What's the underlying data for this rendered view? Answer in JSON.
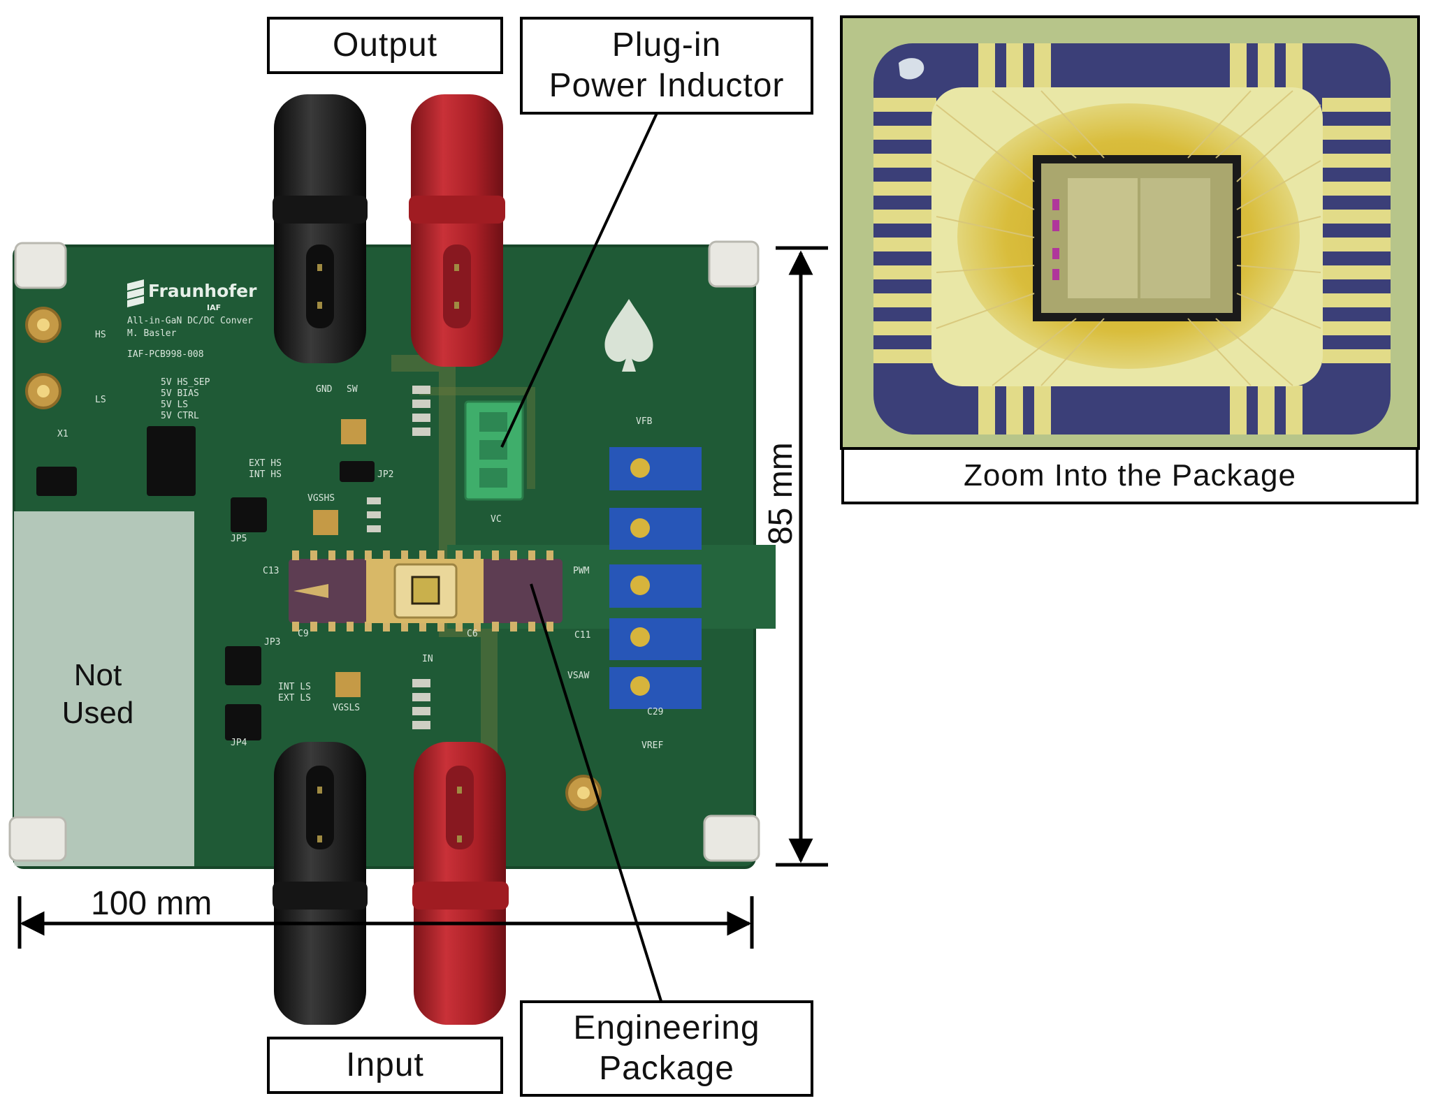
{
  "callouts": {
    "output": "Output",
    "inductor": "Plug-in\nPower Inductor",
    "input": "Input",
    "package": "Engineering\nPackage",
    "zoom": "Zoom Into the Package"
  },
  "overlay": {
    "not_used": "Not\nUsed"
  },
  "dimensions": {
    "width": "100 mm",
    "height": "85 mm"
  },
  "pcb": {
    "brand": "Fraunhofer",
    "brand_sub": "IAF",
    "title_lines": [
      "All-in-GaN DC/DC Conver",
      "M. Basler"
    ],
    "part_number": "IAF-PCB998-008",
    "silkscreen": [
      "HS",
      "LS",
      "X1",
      "GND",
      "SW",
      "VGSHS",
      "VGSLS",
      "JP5",
      "JP3",
      "JP4",
      "JP2",
      "EXT HS",
      "INT HS",
      "INT LS",
      "EXT LS",
      "5V HS_SEP",
      "5V BIAS",
      "5V LS",
      "5V CTRL",
      "VFB",
      "VC",
      "PWM",
      "VSAW",
      "VREF",
      "IN",
      "C9",
      "C6",
      "C11",
      "C13",
      "C29"
    ]
  },
  "colors": {
    "pcb_green": "#1f5a36",
    "connector_red": "#b7262c",
    "connector_black": "#1b1b1b",
    "terminal_green": "#3fae6b",
    "pot_blue": "#2756b8",
    "package_purple": "#5d3d52",
    "package_gold": "#d8b867",
    "ceramic_yellow": "#e8e59a",
    "substrate_navy": "#3b3f78"
  },
  "icons": [
    "spade-logo-icon",
    "fraunhofer-logo-icon"
  ]
}
